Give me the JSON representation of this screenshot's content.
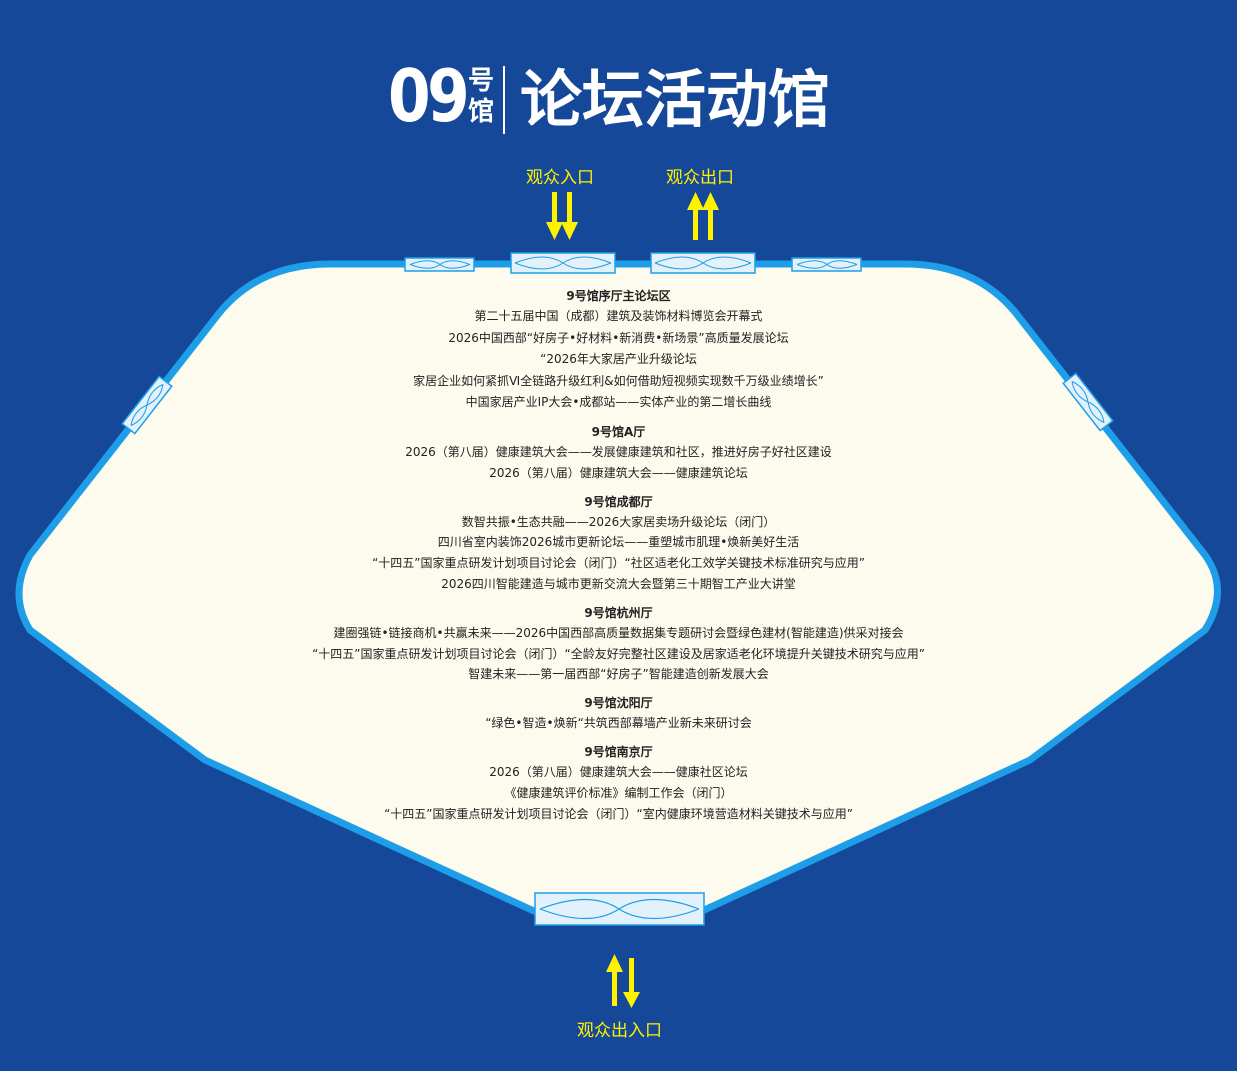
{
  "title": {
    "hall_number": "09",
    "hall_unit": "号馆",
    "hall_name": "论坛活动馆"
  },
  "doors": {
    "entrance_label": "观众入口",
    "exit_label": "观众出口",
    "entrance_exit_label": "观众出入口"
  },
  "colors": {
    "background": "#16489a",
    "floor": "#fdfbee",
    "floor_border": "#1e9ee8",
    "door": "#e3f1fb",
    "arrow": "#fff200",
    "title_text": "#ffffff",
    "schedule_text": "#222222"
  },
  "schedule": [
    {
      "room": "9号馆序厅主论坛区",
      "events": [
        "第二十五届中国（成都）建筑及装饰材料博览会开幕式",
        "2026中国西部“好房子•好材料•新消费•新场景”高质量发展论坛",
        "“2026年大家居产业升级论坛",
        "家居企业如何紧抓Ⅵ全链路升级红利&如何借助短视频实现数千万级业绩增长”",
        "中国家居产业IP大会•成都站——实体产业的第二增长曲线"
      ]
    },
    {
      "room": "9号馆A厅",
      "events": [
        "2026（第八届）健康建筑大会——发展健康建筑和社区，推进好房子好社区建设",
        "2026（第八届）健康建筑大会——健康建筑论坛"
      ]
    },
    {
      "room": "9号馆成都厅",
      "events": [
        "数智共振•生态共融——2026大家居卖场升级论坛（闭门）",
        "四川省室内装饰2026城市更新论坛——重塑城市肌理•焕新美好生活",
        "“十四五”国家重点研发计划项目讨论会（闭门）“社区适老化工效学关键技术标准研究与应用”",
        "2026四川智能建造与城市更新交流大会暨第三十期智工产业大讲堂"
      ]
    },
    {
      "room": "9号馆杭州厅",
      "events": [
        "建圈强链•链接商机•共赢未来——2026中国西部高质量数据集专题研讨会暨绿色建材(智能建造)供采对接会",
        "“十四五”国家重点研发计划项目讨论会（闭门）“全龄友好完整社区建设及居家适老化环境提升关键技术研究与应用”",
        "智建未来——第一届西部“好房子”智能建造创新发展大会"
      ]
    },
    {
      "room": "9号馆沈阳厅",
      "events": [
        "“绿色•智造•焕新“共筑西部幕墙产业新未来研讨会"
      ]
    },
    {
      "room": "9号馆南京厅",
      "events": [
        "2026（第八届）健康建筑大会——健康社区论坛",
        "《健康建筑评价标准》编制工作会（闭门）",
        "“十四五”国家重点研发计划项目讨论会（闭门）“室内健康环境营造材料关键技术与应用”"
      ]
    }
  ]
}
